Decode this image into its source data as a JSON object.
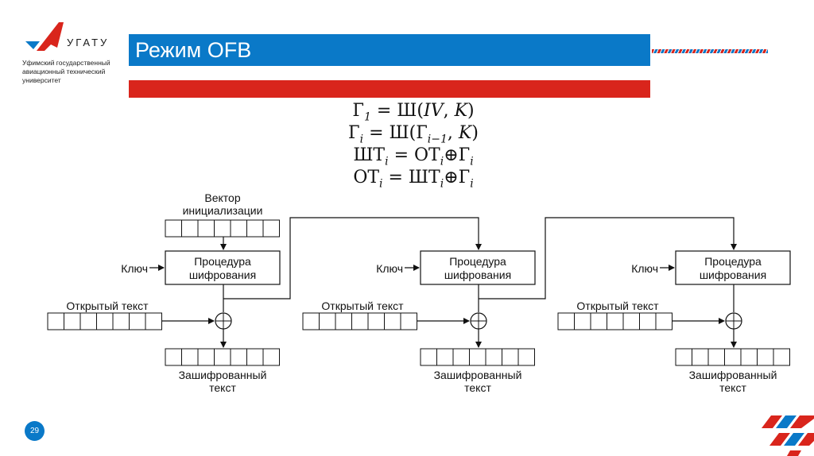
{
  "header": {
    "university_abbr": "УГАТУ",
    "university_name": "Уфимский государственный авиационный технический университет",
    "slide_title": "Режим OFB"
  },
  "colors": {
    "brand_blue": "#0a79c8",
    "brand_red": "#d9251c"
  },
  "formulas": [
    "Г₁ = Ш(IV, K)",
    "Гᵢ = Ш(Гᵢ₋₁, K)",
    "ШТᵢ = ОТᵢ ⊕ Гᵢ",
    "ОТᵢ = ШТᵢ ⊕ Гᵢ"
  ],
  "diagram": {
    "iv_label_line1": "Вектор",
    "iv_label_line2": "инициализации",
    "stages": [
      {
        "key_label": "Ключ",
        "proc_line1": "Процедура",
        "proc_line2": "шифрования",
        "plain_label": "Открытый текст",
        "cipher_line1": "Зашифрованный",
        "cipher_line2": "текст"
      },
      {
        "key_label": "Ключ",
        "proc_line1": "Процедура",
        "proc_line2": "шифрования",
        "plain_label": "Открытый текст",
        "cipher_line1": "Зашифрованный",
        "cipher_line2": "текст"
      },
      {
        "key_label": "Ключ",
        "proc_line1": "Процедура",
        "proc_line2": "шифрования",
        "plain_label": "Открытый текст",
        "cipher_line1": "Зашифрованный",
        "cipher_line2": "текст"
      }
    ],
    "block_cells": 7
  },
  "footer": {
    "page_number": "29"
  }
}
